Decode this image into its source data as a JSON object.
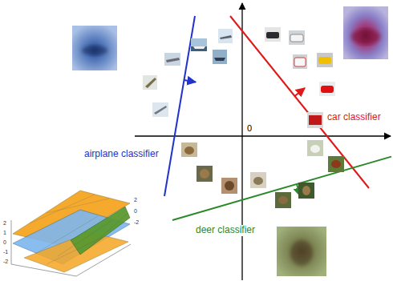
{
  "diagram": {
    "labels": [
      "0",
      "airplane classifier",
      "car classifier",
      "deer classifier",
      "2",
      "1",
      "0",
      "-1",
      "-2",
      "2",
      "0",
      "-2"
    ]
  }
}
